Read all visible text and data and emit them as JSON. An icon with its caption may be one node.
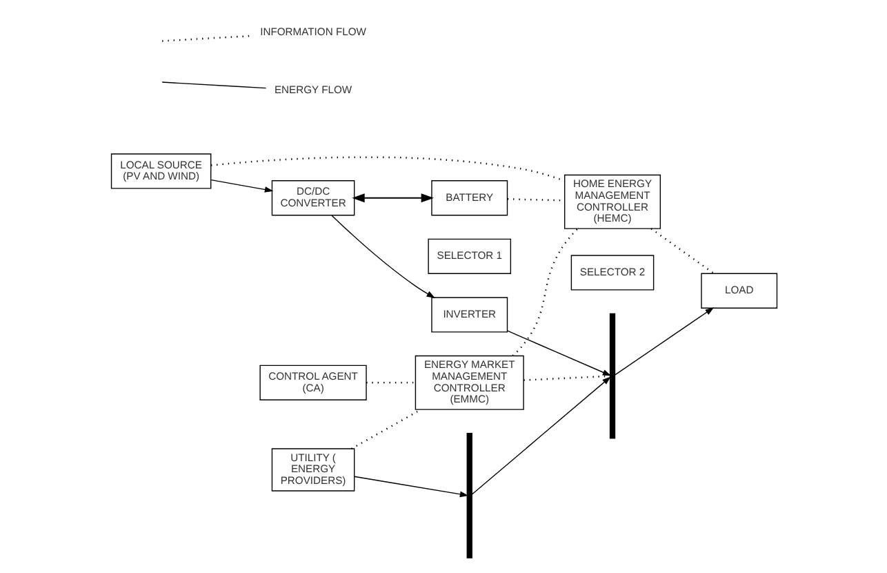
{
  "diagram": {
    "nodes": [
      {
        "text": [
          "SELECTOR 1"
        ]
      },
      {
        "text": [
          "SELECTOR 2"
        ]
      },
      {
        "text": [],
        "shape": "bar"
      },
      {
        "text": [],
        "shape": "bar"
      },
      {
        "text": [
          "UTILITY ( ENERGY PROVIDERS)"
        ]
      },
      {
        "text": [
          "DC/DC CONVERTER"
        ]
      },
      {
        "text": [
          "LOCAL SOURCE (PV AND WIND)"
        ]
      },
      {
        "text": [
          "BATTERY"
        ]
      },
      {
        "text": [
          "INVERTER"
        ]
      },
      {
        "text": [
          "CONTROL AGENT (CA)"
        ]
      },
      {
        "text": [
          "ENERGY MARKET MANAGEMENT CONTROLLER (EMMC)"
        ]
      },
      {
        "text": [
          "HOME ENERGY MANAGEMENT CONTROLLER (HEMC)"
        ]
      },
      {
        "text": [
          "LOAD"
        ]
      }
    ],
    "edges": [
      {
        "from": 4,
        "to": 2,
        "arrow": "to"
      },
      {
        "from": 4,
        "to": 10,
        "arrow": "none",
        "style": "dashed"
      },
      {
        "from": 2,
        "to": 3,
        "arrow": "to"
      },
      {
        "from": 3,
        "to": 12,
        "arrow": "to"
      },
      {
        "from": 6,
        "to": 5,
        "arrow": "to"
      },
      {
        "from": 5,
        "to": 8,
        "arrow": "to"
      },
      {
        "from": 5,
        "to": 7,
        "arrow": "both"
      },
      {
        "from": 8,
        "to": 3,
        "arrow": "to"
      },
      {
        "from": 10,
        "to": 3,
        "arrow": "none",
        "style": "dashed"
      },
      {
        "from": 9,
        "to": 10,
        "arrow": "none",
        "style": "dashed"
      },
      {
        "from": 10,
        "to": 11,
        "arrow": "none",
        "style": "dashed"
      },
      {
        "from": 7,
        "to": 11,
        "arrow": "none",
        "style": "dashed"
      },
      {
        "from": 6,
        "to": 11,
        "arrow": "none",
        "style": "dashed"
      },
      {
        "from": 11,
        "to": 12,
        "arrow": "none",
        "style": "dashed"
      }
    ],
    "legend": [
      {
        "text": "INFORMATION FLOW"
      },
      {
        "text": "ENERGY FLOW"
      }
    ]
  }
}
